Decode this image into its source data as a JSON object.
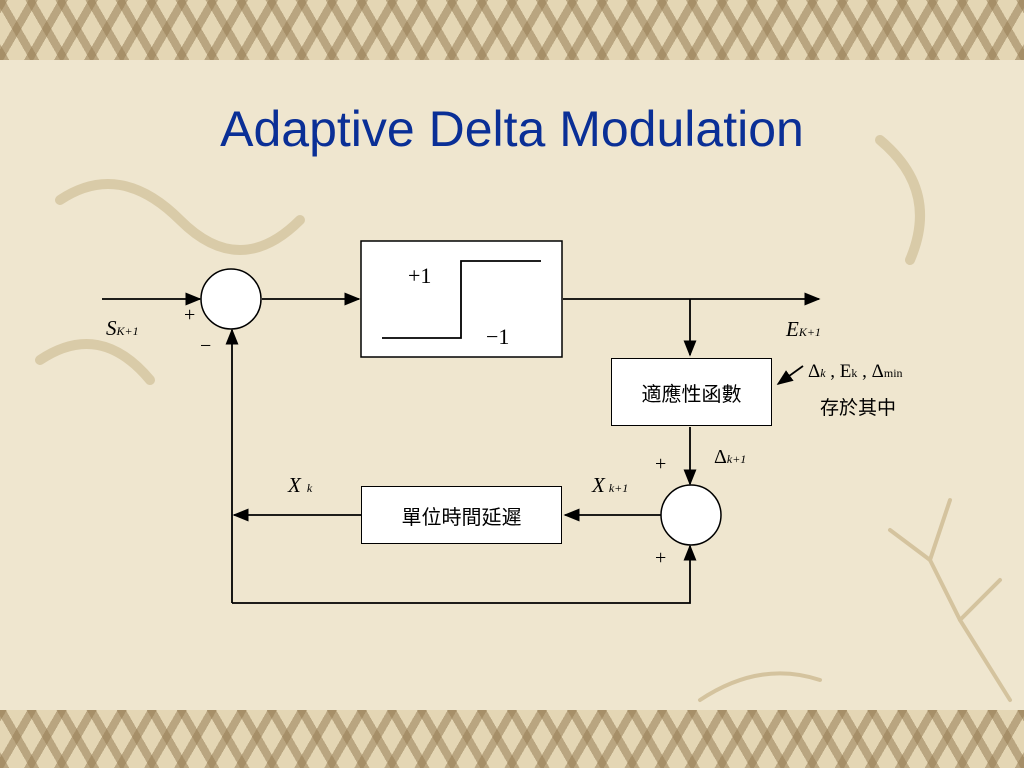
{
  "slide": {
    "title": "Adaptive Delta Modulation"
  },
  "diagram": {
    "quantizer": {
      "plus_label": "+1",
      "minus_label": "−1"
    },
    "adaptive_block_label": "適應性函數",
    "delay_block_label": "單位時間延遲",
    "input_signal": {
      "symbol": "S",
      "subscript": "K+1"
    },
    "output_signal": {
      "symbol": "E",
      "subscript": "K+1"
    },
    "sign_top_plus": "+",
    "sign_top_minus": "−",
    "sign_bottom_plus_top": "+",
    "sign_bottom_plus_bottom": "+",
    "delta_next": {
      "symbol": "Δ",
      "subscript": "k+1"
    },
    "x_next": {
      "symbol": "X",
      "subscript": "k+1"
    },
    "x_current": {
      "symbol": "X",
      "subscript": "k"
    },
    "stored_params": {
      "d1": "Δ",
      "d1_sub": "k",
      "e": "E",
      "e_sub": "k",
      "d2": "Δ",
      "d2_sub": "min",
      "note": "存於其中"
    }
  }
}
